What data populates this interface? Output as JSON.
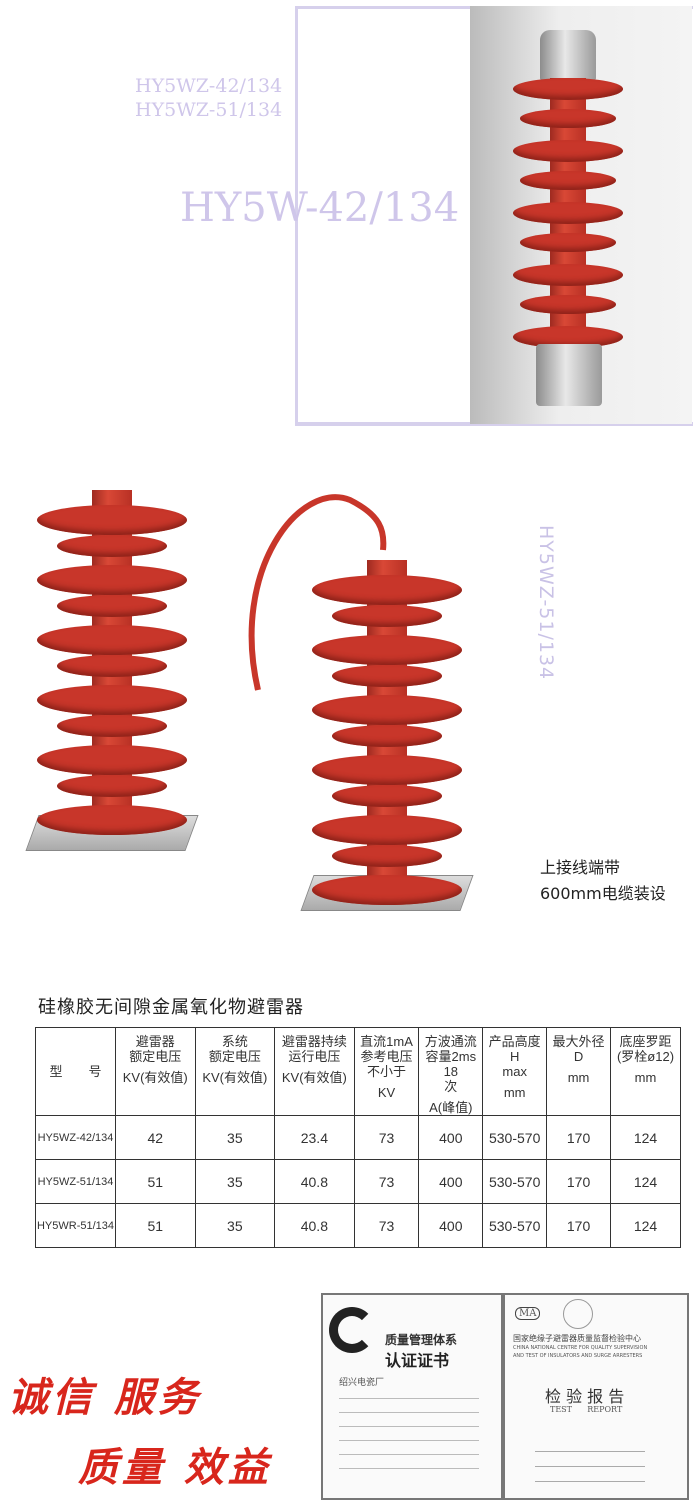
{
  "top": {
    "models": [
      "HY5WZ-42/134",
      "HY5WZ-51/134"
    ],
    "main_model": "HY5W-42/134"
  },
  "middle": {
    "vertical_label": "HY5WZ-51/134",
    "note": [
      "上接线端带",
      "600mm电缆装设"
    ]
  },
  "table": {
    "title": "硅橡胶无间隙金属氧化物避雷器",
    "headers": [
      {
        "name": "型　　号",
        "unit": ""
      },
      {
        "name": "避雷器 额定电压",
        "unit": "KV(有效值)"
      },
      {
        "name": "系统 额定电压",
        "unit": "KV(有效值)"
      },
      {
        "name": "避雷器持续 运行电压",
        "unit": "KV(有效值)"
      },
      {
        "name": "直流1mA 参考电压 不小于",
        "unit": "KV"
      },
      {
        "name": "方波通流 容量2ms 18 次",
        "unit": "A(峰值)"
      },
      {
        "name": "产品高度 H max",
        "unit": "mm"
      },
      {
        "name": "最大外径 D",
        "unit": "mm"
      },
      {
        "name": "底座罗距 (罗栓ø12)",
        "unit": "mm"
      }
    ],
    "rows": [
      [
        "HY5WZ-42/134",
        "42",
        "35",
        "23.4",
        "73",
        "400",
        "530-570",
        "170",
        "124"
      ],
      [
        "HY5WZ-51/134",
        "51",
        "35",
        "40.8",
        "73",
        "400",
        "530-570",
        "170",
        "124"
      ],
      [
        "HY5WR-51/134",
        "51",
        "35",
        "40.8",
        "73",
        "400",
        "530-570",
        "170",
        "124"
      ]
    ]
  },
  "slogan": [
    "诚信 服务",
    "质量 效益"
  ],
  "certificates": {
    "left": {
      "title1": "质量管理体系",
      "title2": "认证证书",
      "company": "绍兴电瓷厂"
    },
    "right": {
      "org_cn": "国家绝缘子避雷器质量监督检验中心",
      "org_en1": "CHINA NATIONAL CENTRE FOR QUALITY SUPERVISION",
      "org_en2": "AND TEST OF INSULATORS AND SURGE ARRESTERS",
      "title_cn": "检 验 报 告",
      "title_en": "TEST      REPORT",
      "mark": "MA"
    }
  }
}
